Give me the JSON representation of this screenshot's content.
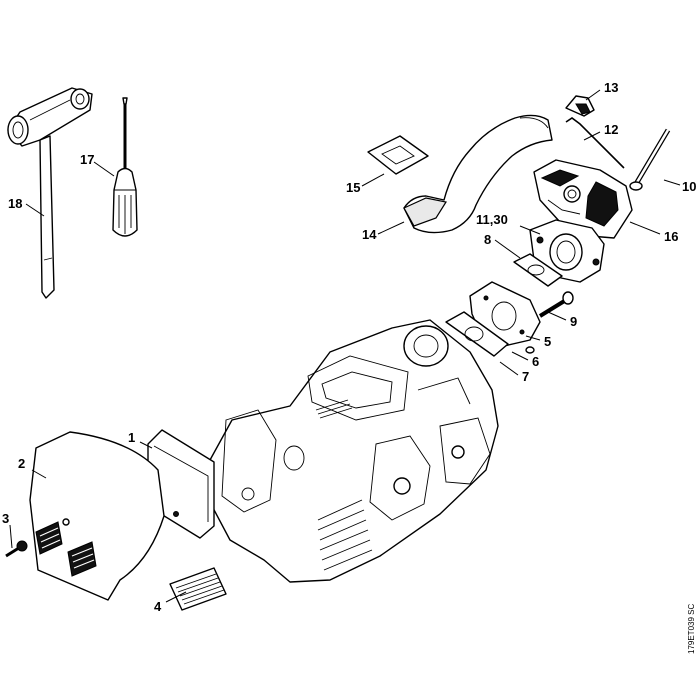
{
  "diagram": {
    "drawing_code": "179ET039 SC",
    "callouts": [
      {
        "id": "c1",
        "label": "1"
      },
      {
        "id": "c2",
        "label": "2"
      },
      {
        "id": "c3",
        "label": "3"
      },
      {
        "id": "c4",
        "label": "4"
      },
      {
        "id": "c5",
        "label": "5"
      },
      {
        "id": "c6",
        "label": "6"
      },
      {
        "id": "c7",
        "label": "7"
      },
      {
        "id": "c8",
        "label": "8"
      },
      {
        "id": "c9",
        "label": "9"
      },
      {
        "id": "c10",
        "label": "10"
      },
      {
        "id": "c11",
        "label": "11,30"
      },
      {
        "id": "c12",
        "label": "12"
      },
      {
        "id": "c13",
        "label": "13"
      },
      {
        "id": "c14",
        "label": "14"
      },
      {
        "id": "c15",
        "label": "15"
      },
      {
        "id": "c16",
        "label": "16"
      },
      {
        "id": "c17",
        "label": "17"
      },
      {
        "id": "c18",
        "label": "18"
      }
    ]
  }
}
